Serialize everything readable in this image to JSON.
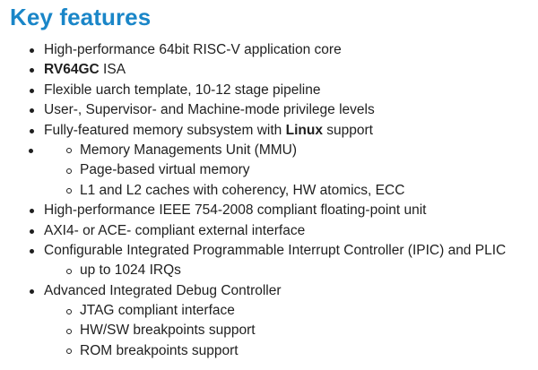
{
  "heading": "Key features",
  "items": {
    "i0": "High-performance 64bit RISC-V application core",
    "i1_bold": "RV64GC",
    "i1_rest": " ISA",
    "i2": "Flexible uarch template, 10-12 stage pipeline",
    "i3": "User-, Supervisor- and Machine-mode privilege levels",
    "i4_pre": "Fully-featured memory subsystem with ",
    "i4_bold": "Linux",
    "i4_post": " support",
    "i4_sub0": "Memory Managements Unit (MMU)",
    "i4_sub1": "Page-based virtual memory",
    "i4_sub2": "L1 and L2 caches with coherency, HW atomics, ECC",
    "i5": "High-performance IEEE 754-2008 compliant floating-point unit",
    "i6": "AXI4- or ACE- compliant external interface",
    "i7": "Configurable Integrated Programmable Interrupt Controller (IPIC) and PLIC",
    "i7_sub0": "up to 1024 IRQs",
    "i8": "Advanced Integrated Debug Controller",
    "i8_sub0": "JTAG compliant interface",
    "i8_sub1": "HW/SW breakpoints support",
    "i8_sub2": "ROM breakpoints support"
  }
}
